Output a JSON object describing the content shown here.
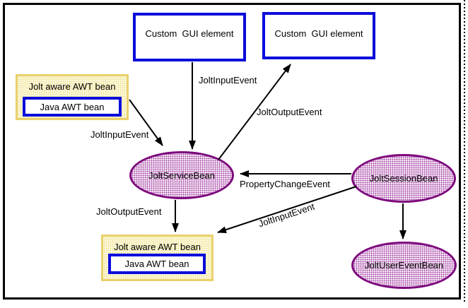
{
  "nodes": {
    "custom_gui_top_left": "Custom  GUI element",
    "custom_gui_top_right": "Custom  GUI element",
    "jolt_aware_awt_left": "Jolt aware AWT bean",
    "java_awt_left": "Java AWT bean",
    "jolt_aware_awt_bottom": "Jolt aware AWT bean",
    "java_awt_bottom": "Java AWT bean",
    "jolt_service_bean": "JoltServiceBean",
    "jolt_session_bean": "JoltSessionBean",
    "jolt_user_event_bean": "JoltUserEventBean"
  },
  "edges": {
    "gui_to_service_label": "JoltInputEvent",
    "awt_to_service_label": "JoltInputEvent",
    "service_to_gui_label": "JoltOutputEvent",
    "session_to_service_label": "PropertyChangeEvent",
    "session_to_awt_label": "JoltInputEvent",
    "service_to_awt_label": "JoltOutputEvent"
  },
  "colors": {
    "box_border_blue": "#0b0bdb",
    "ellipse_border_purple": "#7d0a7d",
    "ellipse_dot_fill": "#a344a3",
    "yellow_border": "#e9d06c",
    "yellow_dot_fill": "#eede84",
    "arrow_black": "#000000",
    "frame_black": "#000000"
  }
}
